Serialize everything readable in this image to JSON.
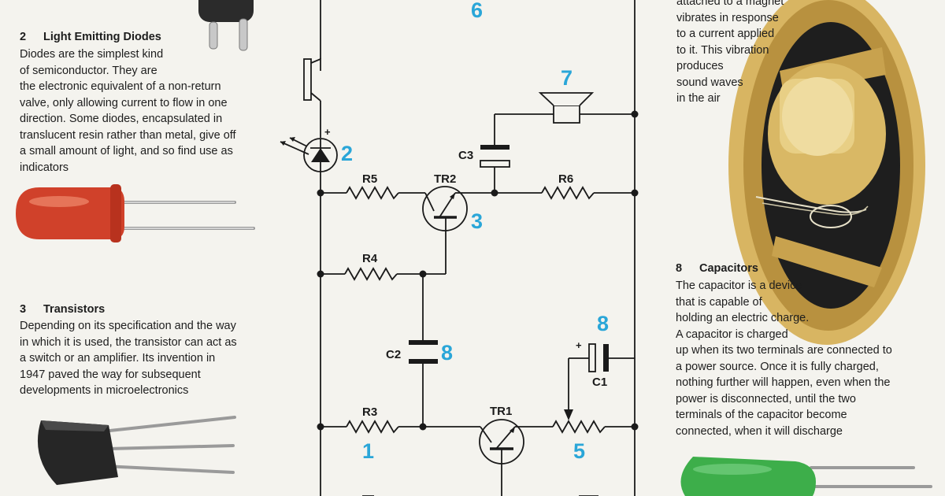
{
  "section_led": {
    "number": "2",
    "title": "Light Emitting Diodes",
    "lines": [
      "Diodes are the simplest kind",
      "of semiconductor. They are",
      "the electronic equivalent of a non-return",
      "valve, only allowing current to flow in one",
      "direction. Some diodes, encapsulated in",
      "translucent resin rather than metal, give off",
      "a small amount of light, and so find use as",
      "indicators"
    ]
  },
  "section_transistors": {
    "number": "3",
    "title": "Transistors",
    "lines": [
      "Depending on its specification and the way",
      "in which it is used, the transistor can act as",
      "a switch or an amplifier. Its invention in",
      "1947 paved the way for subsequent",
      "developments in microelectronics"
    ]
  },
  "section_speaker": {
    "lines": [
      "attached to a magnet",
      "vibrates in response",
      "to a current applied",
      "to it. This vibration",
      "produces",
      "sound waves",
      "in the air"
    ]
  },
  "section_capacitors": {
    "number": "8",
    "title": "Capacitors",
    "lines": [
      "The capacitor is a device",
      "that is capable of",
      "holding an electric charge.",
      "A capacitor is charged",
      "up when its two terminals are connected to",
      "a power source. Once it is fully charged,",
      "nothing further will happen, even when the",
      "power is disconnected, until the two",
      "terminals of the capacitor become",
      "connected, when it will discharge"
    ]
  },
  "circuit": {
    "labels": {
      "r5": "R5",
      "r6": "R6",
      "r4": "R4",
      "r3": "R3",
      "tr2": "TR2",
      "tr1": "TR1",
      "c3": "C3",
      "c2": "C2",
      "c1": "C1",
      "plus_led": "+",
      "plus_c1": "+"
    },
    "callouts": {
      "top": "6",
      "speaker": "7",
      "led": "2",
      "tr2": "3",
      "c2": "8",
      "c1": "8",
      "r3": "1",
      "pot": "5"
    }
  },
  "colors": {
    "callout": "#2aa6d8",
    "led_red": "#d0412a",
    "capacitor_green": "#3dae4a",
    "speaker_gold": "#c9a24a"
  }
}
